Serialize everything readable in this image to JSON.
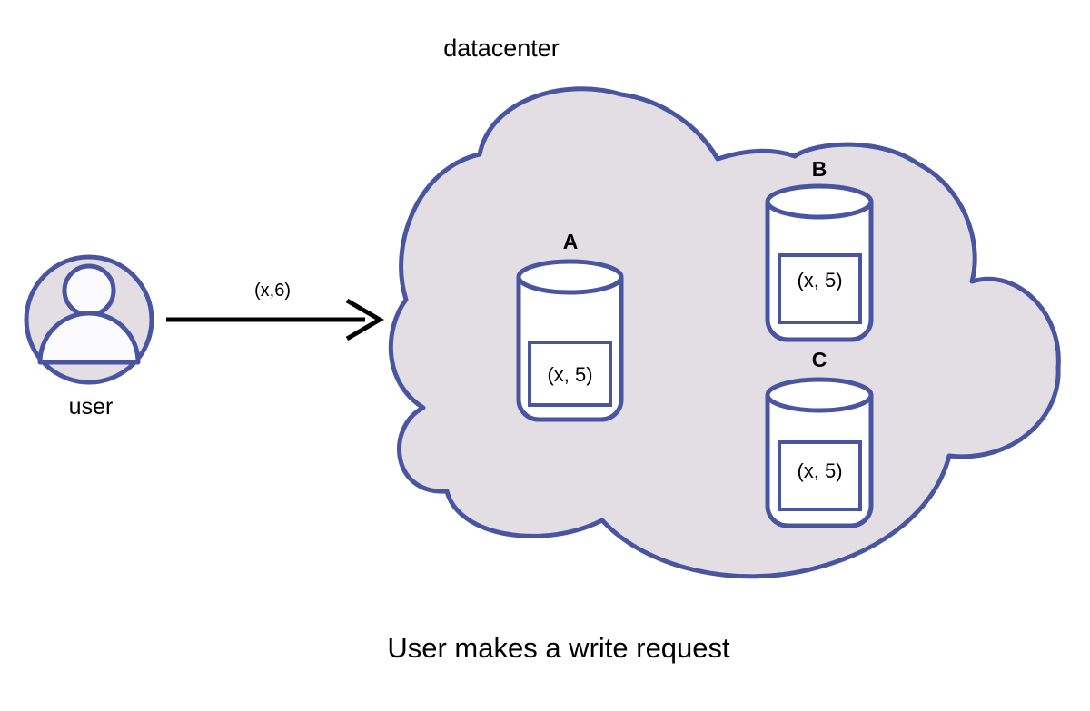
{
  "diagram": {
    "title": "datacenter",
    "caption": "User makes a write request",
    "colors": {
      "stroke": "#4a55a2",
      "cloud_fill": "#e3dee4",
      "node_fill": "#ffffff",
      "user_fill": "#e3dee4",
      "user_inner_fill": "#fbfbfd",
      "arrow": "#000000",
      "text": "#000000"
    }
  },
  "user": {
    "label": "user",
    "icon": "user-avatar-icon"
  },
  "arrow": {
    "label": "(x,6)",
    "icon": "arrow-right-icon",
    "from": "user",
    "to": "datacenter"
  },
  "datacenter": {
    "label": "datacenter",
    "shape": "cloud",
    "nodes": [
      {
        "id": "A",
        "label": "A",
        "value": "(x, 5)",
        "icon": "database-cylinder-icon"
      },
      {
        "id": "B",
        "label": "B",
        "value": "(x, 5)",
        "icon": "database-cylinder-icon"
      },
      {
        "id": "C",
        "label": "C",
        "value": "(x, 5)",
        "icon": "database-cylinder-icon"
      }
    ]
  }
}
